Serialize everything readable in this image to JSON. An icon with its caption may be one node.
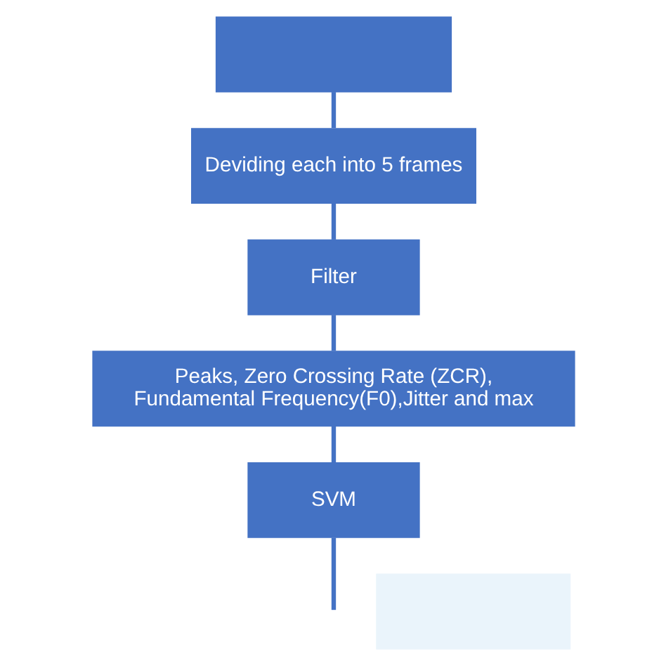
{
  "diagram": {
    "nodes": [
      {
        "text": [],
        "shape": "box"
      },
      {
        "text": [
          "Deviding each into 5 frames"
        ]
      },
      {
        "text": [
          "Filter"
        ]
      },
      {
        "text": [
          "Peaks, Zero Crossing Rate (ZCR), Fundamental Frequency(F0),Jitter and max"
        ]
      },
      {
        "text": [
          "SVM"
        ]
      },
      {
        "text": [],
        "shape": "box"
      }
    ],
    "edges": [
      {
        "from": 0,
        "to": 1,
        "arrow": "none"
      },
      {
        "from": 1,
        "to": 2,
        "arrow": "none"
      },
      {
        "from": 2,
        "to": 3,
        "arrow": "none"
      },
      {
        "from": 3,
        "to": 4,
        "arrow": "none"
      },
      {
        "from": 4,
        "to": null,
        "arrow": "none"
      }
    ]
  }
}
